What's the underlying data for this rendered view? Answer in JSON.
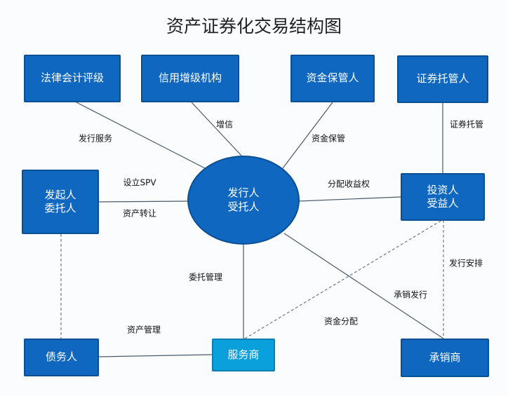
{
  "title": "资产证券化交易结构图",
  "nodes": {
    "legal": "法律会计评级",
    "credit": "信用增级机构",
    "custodian_funds": "资金保管人",
    "custodian_sec": "证券托管人",
    "originator": [
      "发起人",
      "委托人"
    ],
    "issuer": [
      "发行人",
      "受托人"
    ],
    "investor": [
      "投资人",
      "受益人"
    ],
    "debtor": "债务人",
    "servicer": "服务商",
    "underwriter": "承销商"
  },
  "edges": {
    "issue_service": "发行服务",
    "credit_enh": "增信",
    "fund_custody": "资金保管",
    "sec_custody": "证券托管",
    "setup_spv": "设立SPV",
    "asset_transfer": "资产转让",
    "distribute": "分配收益权",
    "entrust_mgmt": "委托管理",
    "issue_arrange": "发行安排",
    "underwrite": "承销发行",
    "fund_alloc": "资金分配",
    "asset_mgmt": "资产管理"
  },
  "colors": {
    "node": "#0f67bf",
    "servicer": "#0aa0dc"
  }
}
